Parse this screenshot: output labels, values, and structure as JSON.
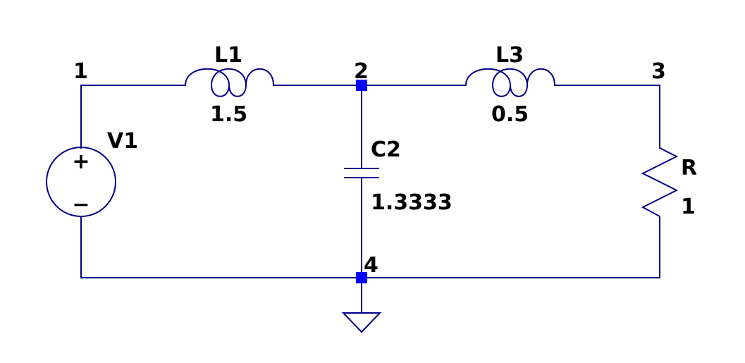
{
  "colors": {
    "wire": "#00008b",
    "junction": "#0000ff",
    "text": "#000000",
    "background": "#ffffff"
  },
  "nodes": [
    "1",
    "2",
    "3",
    "4"
  ],
  "components": {
    "V1": {
      "type": "voltage-source",
      "name": "V1",
      "plus_sign": "+",
      "minus_sign": "−"
    },
    "L1": {
      "type": "inductor",
      "name": "L1",
      "value": "1.5"
    },
    "C2": {
      "type": "capacitor",
      "name": "C2",
      "value": "1.3333"
    },
    "L3": {
      "type": "inductor",
      "name": "L3",
      "value": "0.5"
    },
    "R": {
      "type": "resistor",
      "name": "R",
      "value": "1"
    },
    "ground": {
      "type": "ground",
      "icon": "ground-icon"
    }
  }
}
